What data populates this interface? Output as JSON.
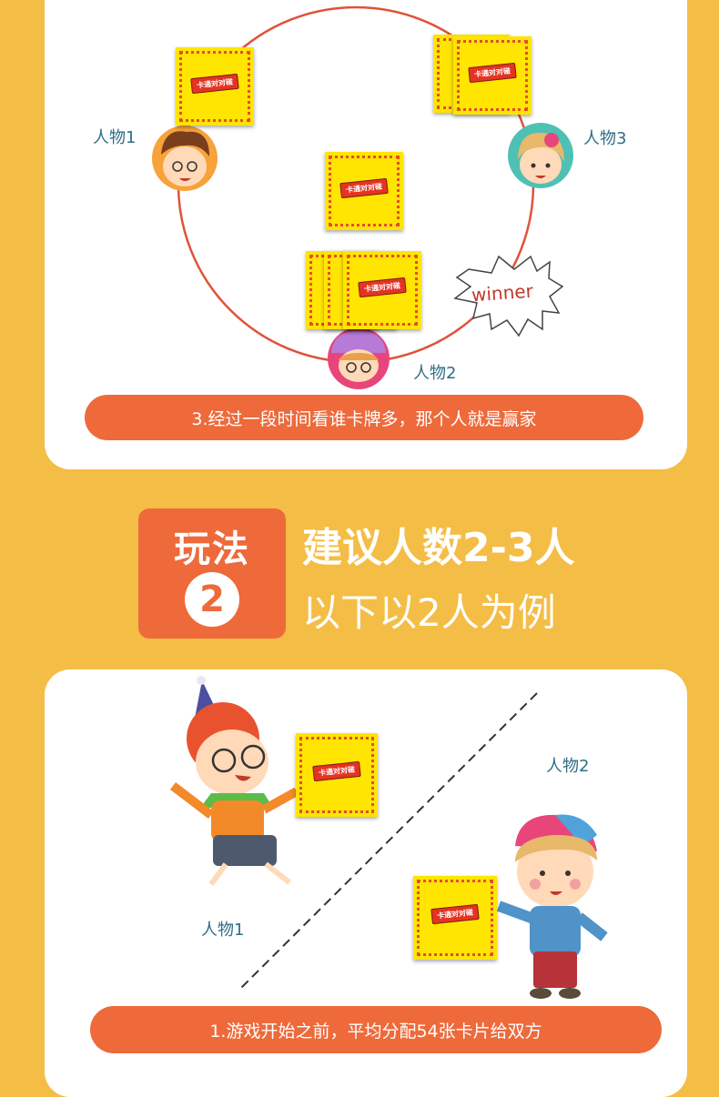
{
  "round_scene": {
    "player_labels": [
      "人物1",
      "人物3",
      "人物2"
    ],
    "badge_text": "winner",
    "card_logo": "卡通对对碰",
    "caption": "3.经过一段时间看谁卡牌多，那个人就是赢家"
  },
  "play_section": {
    "title": "玩法",
    "number": "2",
    "headline": "建议人数2-3人",
    "subline": "以下以2人为例"
  },
  "deal_scene": {
    "player_labels": [
      "人物1",
      "人物2"
    ],
    "card_logo": "卡通对对碰",
    "caption": "1.游戏开始之前，平均分配54张卡片给双方"
  },
  "colors": {
    "background": "#F4BD45",
    "accent": "#EE6A3B",
    "card": "#FFE500",
    "circle": "#E0523A",
    "label": "#2E6E86"
  }
}
